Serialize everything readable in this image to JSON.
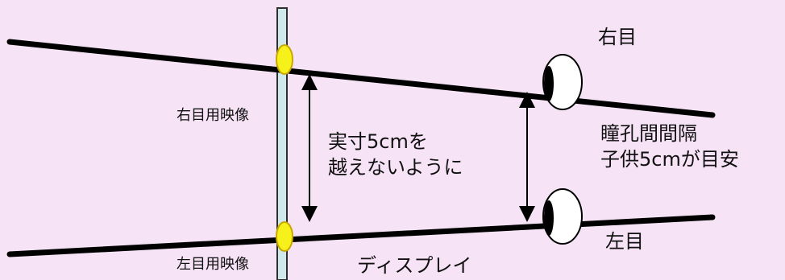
{
  "labels": {
    "right_eye": "右目",
    "left_eye": "左目",
    "right_eye_image": "右目用映像",
    "left_eye_image": "左目用映像",
    "size_note_line1": "実寸5cmを",
    "size_note_line2": "越えないように",
    "ipd_line1": "瞳孔間間隔",
    "ipd_line2": "子供5cmが目安",
    "display": "ディスプレイ"
  },
  "colors": {
    "background": "#f6e3f6",
    "display_bar": "#cfe8ec",
    "image_point": "#f6f11a",
    "line": "#000000"
  },
  "icons": {
    "eye": "eye-icon",
    "arrow": "double-arrow-icon"
  }
}
